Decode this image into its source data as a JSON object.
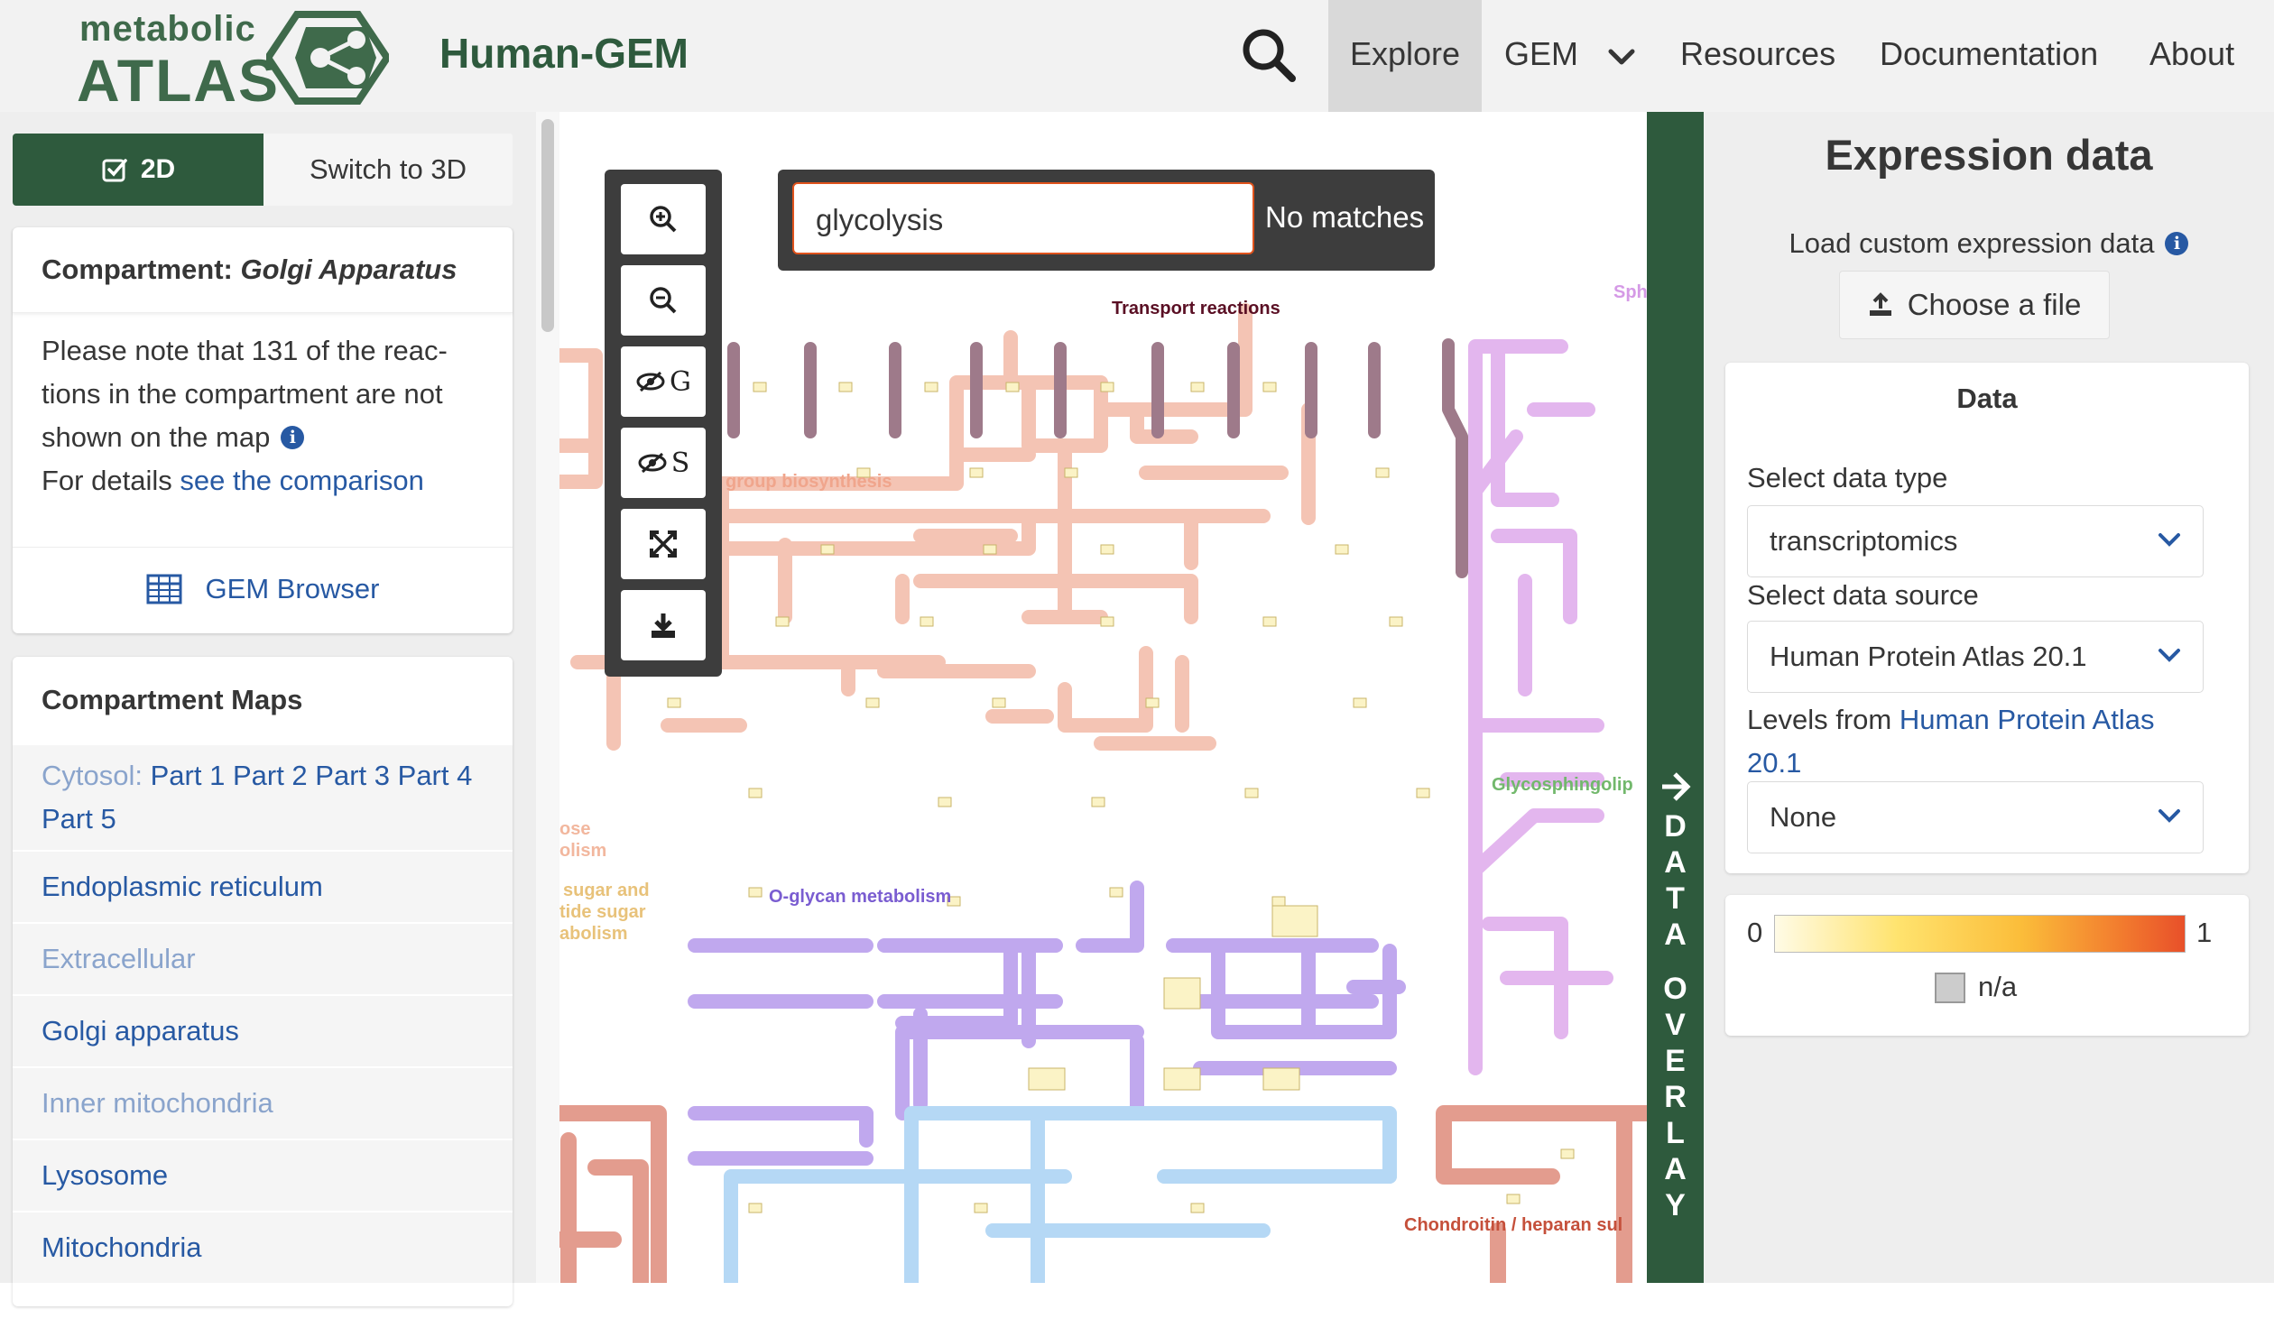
{
  "navbar": {
    "logo_word1": "metabolic",
    "logo_word2": "ATLAS",
    "title": "Human-GEM",
    "items": [
      {
        "label": "Explore",
        "active": true
      },
      {
        "label": "GEM",
        "dropdown": true
      },
      {
        "label": "Resources"
      },
      {
        "label": "Documentation"
      },
      {
        "label": "About"
      }
    ]
  },
  "sidebar": {
    "toggle_2d": "2D",
    "toggle_3d": "Switch to 3D",
    "compartment_label": "Compartment:",
    "compartment_name": "Golgi Apparatus",
    "note_line1": "Please note that 131 of the reac-",
    "note_line2": "tions in the compartment are not",
    "note_line3": "shown on the map",
    "details_prefix": "For details",
    "details_link": "see the comparison",
    "gem_browser": "GEM Browser",
    "compartment_maps_title": "Compartment Maps",
    "cytosol_label": "Cytosol:",
    "cytosol_parts": [
      "Part 1",
      "Part 2",
      "Part 3",
      "Part 4",
      "Part 5"
    ],
    "maps": [
      {
        "label": "Endoplasmic reticulum",
        "muted": false
      },
      {
        "label": "Extracellular",
        "muted": true
      },
      {
        "label": "Golgi apparatus",
        "muted": false
      },
      {
        "label": "Inner mitochondria",
        "muted": true
      },
      {
        "label": "Lysosome",
        "muted": false
      },
      {
        "label": "Mitochondria",
        "muted": false
      }
    ]
  },
  "map": {
    "search_value": "glycolysis",
    "search_status": "No matches",
    "tool_g": "G",
    "tool_s": "S",
    "labels": {
      "transport": "Transport reactions",
      "sph": "Sph",
      "group_biosynthesis": "group biosynthesis",
      "glycosphingolip": "Glycosphingolip",
      "ose": "ose",
      "olism": "olism",
      "sugar_and": "sugar and",
      "tide_sugar": "tide sugar",
      "abolism": "abolism",
      "o_glycan": "O-glycan metabolism",
      "chondroitin": "Chondroitin / heparan sul"
    }
  },
  "overlay_tab": {
    "word1": [
      "D",
      "A",
      "T",
      "A"
    ],
    "word2": [
      "O",
      "V",
      "E",
      "R",
      "L",
      "A",
      "Y"
    ]
  },
  "expression": {
    "title": "Expression data",
    "load_label": "Load custom expression data",
    "file_button": "Choose a file",
    "data_title": "Data",
    "data_type_label": "Select data type",
    "data_type_value": "transcriptomics",
    "data_source_label": "Select data source",
    "data_source_value": "Human Protein Atlas 20.1",
    "levels_prefix": "Levels from",
    "levels_link": "Human Protein Atlas",
    "levels_link2": "20.1",
    "levels_value": "None",
    "legend_min": "0",
    "legend_max": "1",
    "legend_na": "n/a"
  },
  "colors": {
    "brand_green": "#2e5a3d",
    "link_blue": "#2759a3",
    "search_border": "#e0531c",
    "pathway_salmon": "#f4c4b4",
    "pathway_purple": "#c0a8ee",
    "pathway_violet": "#e3b6ee",
    "pathway_blue": "#b5d8f5",
    "pathway_red": "#e39c8e",
    "pathway_mauve": "#9e7a8a"
  }
}
